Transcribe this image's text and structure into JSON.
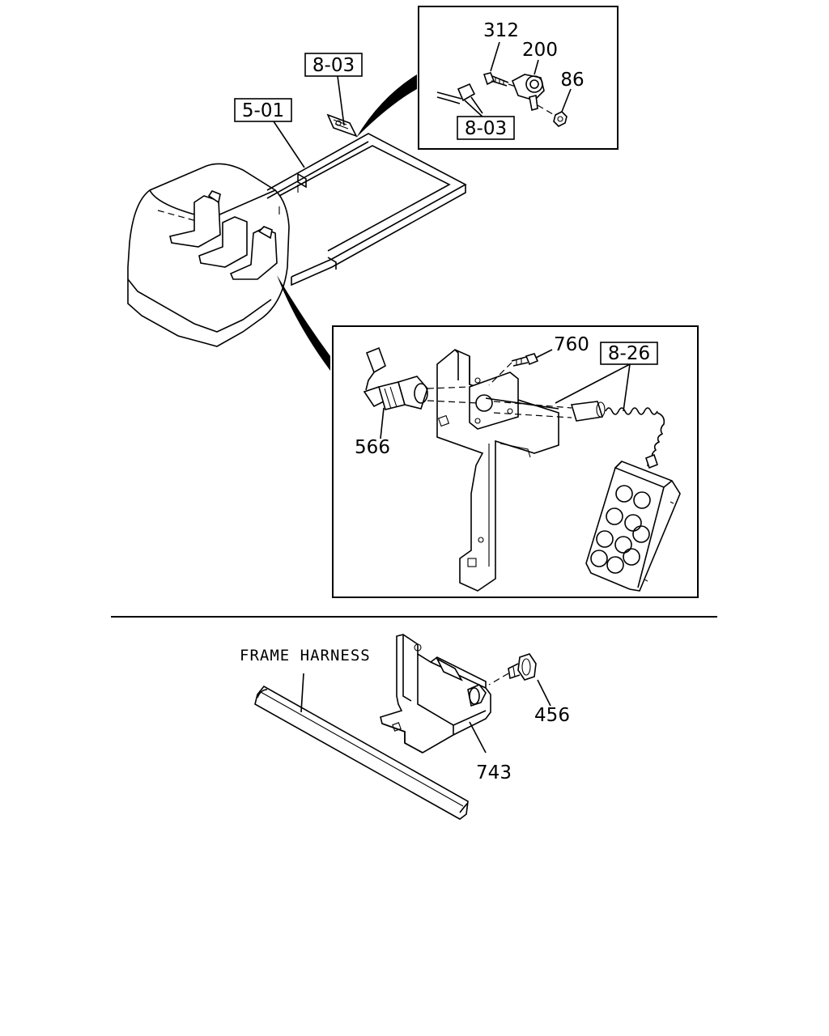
{
  "diagram": {
    "callouts": {
      "part_312": "312",
      "part_200": "200",
      "part_86": "86",
      "ref_8_03_top": "8-03",
      "ref_8_03_detail": "8-03",
      "ref_5_01": "5-01",
      "part_760": "760",
      "ref_8_26": "8-26",
      "part_566": "566",
      "part_456": "456",
      "part_743": "743"
    },
    "frame_harness_label": "FRAME HARNESS"
  }
}
